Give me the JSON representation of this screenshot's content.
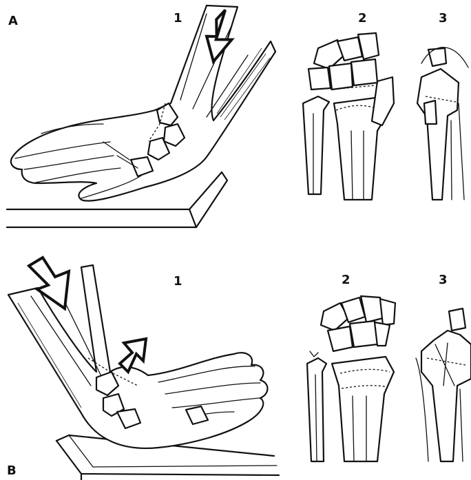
{
  "panels": [
    {
      "id": "A",
      "label": "A",
      "views": [
        "1",
        "2",
        "3"
      ]
    },
    {
      "id": "B",
      "label": "B",
      "views": [
        "1",
        "2",
        "3"
      ]
    }
  ],
  "icons": {
    "force_arrow": "arrow-icon",
    "displacement_arrow": "arrow-icon"
  },
  "colors": {
    "ink": "#111111",
    "paper": "#ffffff"
  }
}
